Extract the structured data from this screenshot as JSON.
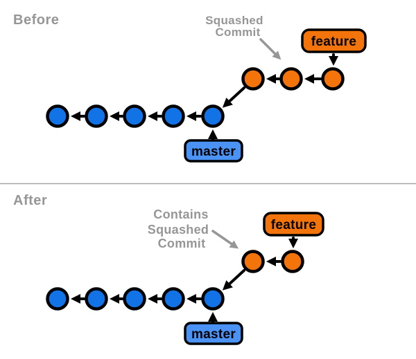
{
  "before": {
    "label": "Before",
    "annotation_lines": [
      "Squashed",
      "Commit"
    ],
    "feature_tag": "feature",
    "master_tag": "master",
    "master_commit_count": 5,
    "feature_commit_count": 3
  },
  "after": {
    "label": "After",
    "annotation_lines": [
      "Contains",
      "Squashed",
      "Commit"
    ],
    "feature_tag": "feature",
    "master_tag": "master",
    "master_commit_count": 5,
    "feature_commit_count": 2
  },
  "colors": {
    "master_commit": "#1273e7",
    "feature_commit": "#f4740c",
    "master_tag_bg": "#4b92f5",
    "feature_tag_bg": "#f4740c",
    "annotation_text": "#969696",
    "section_label_text": "#969696",
    "outline": "#000000",
    "divider": "#a5a5a5"
  }
}
